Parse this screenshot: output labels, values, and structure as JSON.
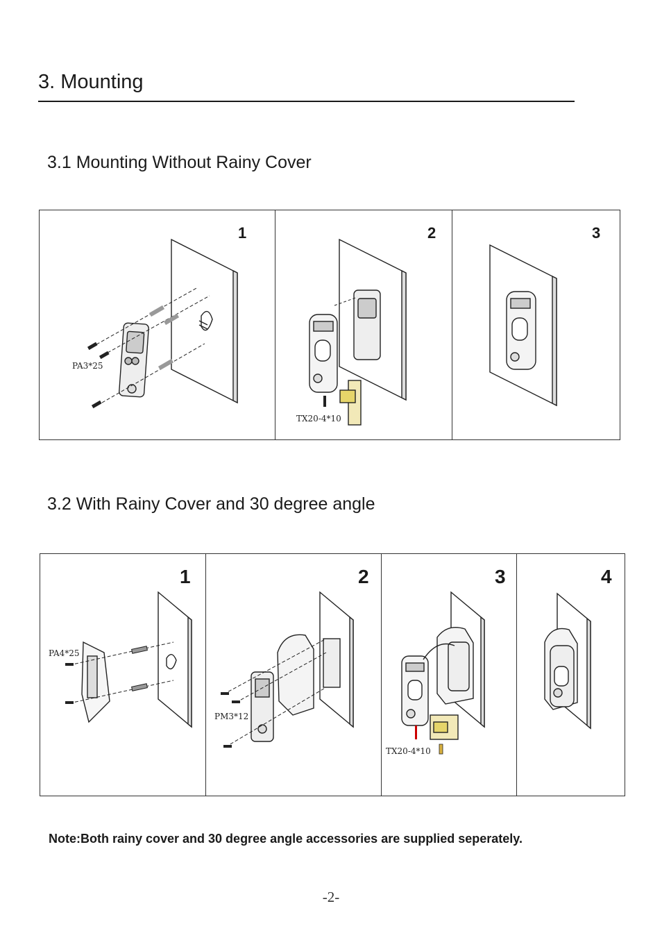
{
  "section": {
    "title": "3. Mounting"
  },
  "sub1": {
    "title": "3.1 Mounting Without Rainy Cover",
    "steps": [
      "1",
      "2",
      "3"
    ],
    "captions": {
      "screw": "PA3*25",
      "torx": "TX20-4*10"
    }
  },
  "sub2": {
    "title": "3.2 With Rainy Cover and 30 degree angle",
    "steps": [
      "1",
      "2",
      "3",
      "4"
    ],
    "captions": {
      "screw": "PA4*25",
      "machine": "PM3*12",
      "torx": "TX20-4*10"
    }
  },
  "note": "Note:Both rainy cover and 30 degree angle accessories are supplied seperately.",
  "page_number": "-2-"
}
